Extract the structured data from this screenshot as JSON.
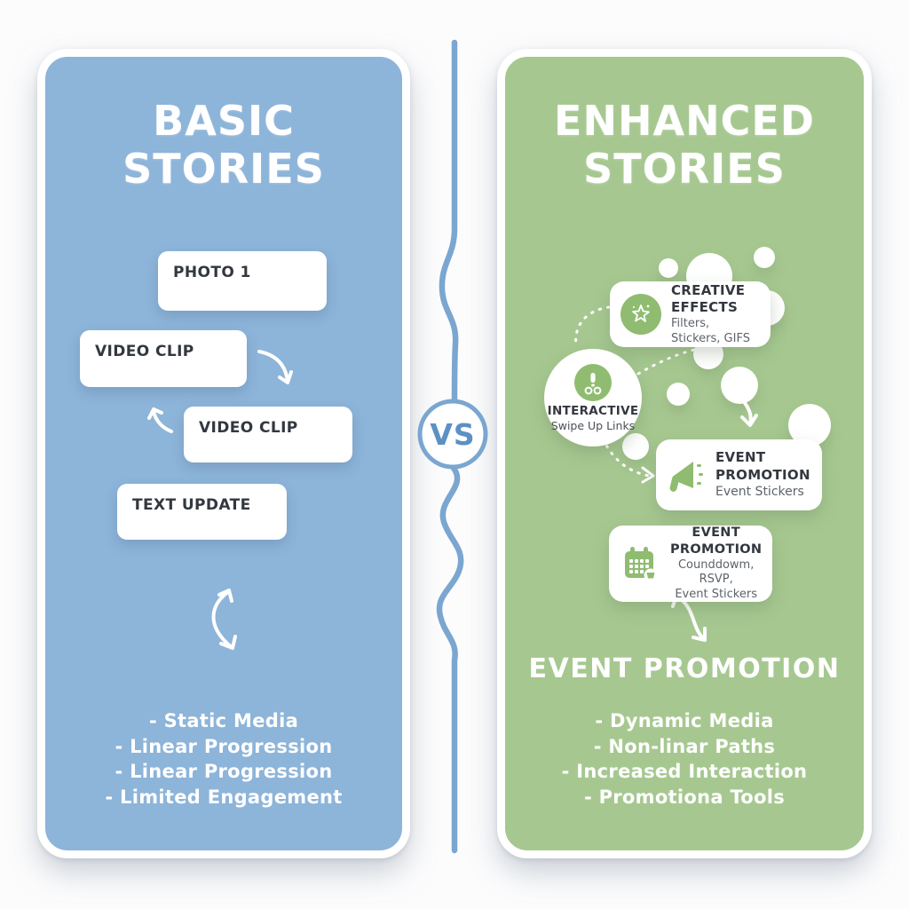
{
  "colors": {
    "left_panel_bg": "#8db4d9",
    "right_panel_bg": "#a6c890",
    "accent_green": "#8fbc70",
    "divider_blue": "#7ba6d0",
    "vs_text": "#5d90c3",
    "page_bg": "#fcfcfd"
  },
  "divider": {
    "vs_label": "VS"
  },
  "left_panel": {
    "title": "BASIC STORIES",
    "cards": [
      {
        "label": "PHOTO 1"
      },
      {
        "label": "VIDEO CLIP"
      },
      {
        "label": "VIDEO CLIP"
      },
      {
        "label": "TEXT UPDATE"
      }
    ],
    "bullets": [
      "- Static Media",
      "- Linear Progression",
      "- Linear Progression",
      "- Limited Engagement"
    ]
  },
  "right_panel": {
    "title": "ENHANCED STORIES",
    "cards": [
      {
        "title": "CREATIVE EFFECTS",
        "subtitle": "Filters, Stickers, GIFS",
        "icon": "sparkle-star-icon"
      },
      {
        "title": "INTERACTIVE",
        "subtitle": "Swipe Up Links",
        "icon": "exclamation-icon"
      },
      {
        "title": "EVENT PROMOTION",
        "subtitle": "Event Stickers",
        "icon": "megaphone-icon"
      },
      {
        "title": "EVENT PROMOTION",
        "subtitle_line1": "Counddowm, RSVP,",
        "subtitle_line2": "Event Stickers",
        "icon": "calendar-icon"
      }
    ],
    "heading": "EVENT PROMOTION",
    "bullets": [
      "- Dynamic Media",
      "- Non-linar Paths",
      "- Increased Interaction",
      "- Promotiona Tools"
    ]
  }
}
